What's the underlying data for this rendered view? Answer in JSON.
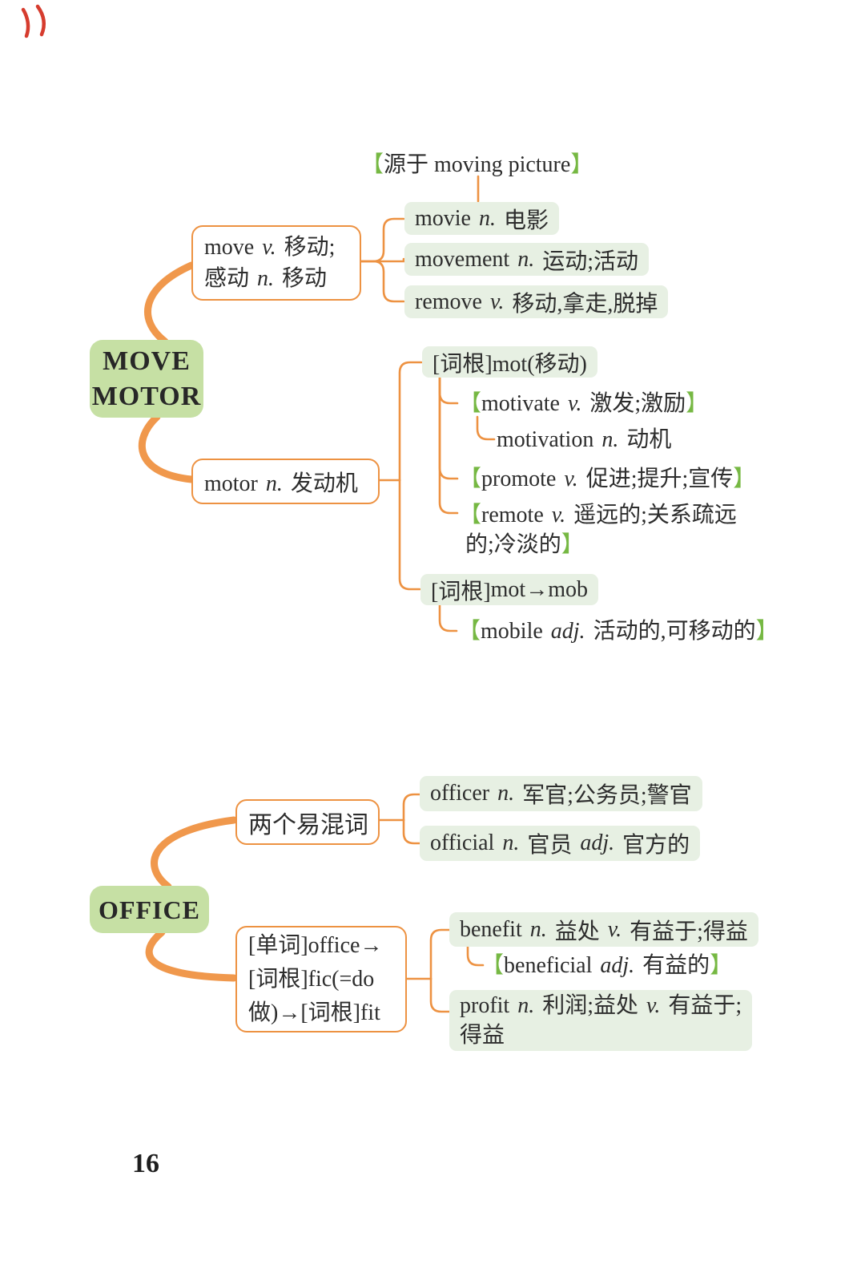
{
  "symbols": {
    "lb": "【",
    "rb": "】"
  },
  "page_number": "16",
  "colors": {
    "connector_orange": "#ed9242",
    "branch_orange": "#f0984c",
    "node_green_bg": "#c6e0a4",
    "chip_green_bg": "#e7f0e3",
    "bracket_green": "#76b843",
    "text": "#2d2d2d",
    "red_pen": "#d63c2e"
  },
  "move_section": {
    "root": {
      "line1": "MOVE",
      "line2": "MOTOR"
    },
    "origin_note": {
      "text": "源于 moving picture"
    },
    "move_box": {
      "en": "move",
      "pos": "v.",
      "zh": "移动;",
      "line2_zh1": "感动",
      "line2_pos": "n.",
      "line2_zh2": "移动"
    },
    "movie": {
      "en": "movie",
      "pos": "n.",
      "zh": "电影"
    },
    "movement": {
      "en": "movement",
      "pos": "n.",
      "zh": "运动;活动"
    },
    "remove": {
      "en": "remove",
      "pos": "v.",
      "zh": "移动,拿走,脱掉"
    },
    "motor_box": {
      "en": "motor",
      "pos": "n.",
      "zh": "发动机"
    },
    "root_mot": {
      "tag": "[词根]",
      "body": "mot(移动)"
    },
    "motivate": {
      "en": "motivate",
      "pos": "v.",
      "zh": "激发;激励"
    },
    "motivation": {
      "en": "motivation",
      "pos": "n.",
      "zh": "动机"
    },
    "promote": {
      "en": "promote",
      "pos": "v.",
      "zh": "促进;提升;宣传"
    },
    "remote": {
      "en": "remote",
      "pos": "v.",
      "zh_line1": "遥远的;关系疏远",
      "zh_line2": "的;冷淡的"
    },
    "root_mob": {
      "tag": "[词根]",
      "body": "mot→mob"
    },
    "mobile": {
      "en": "mobile",
      "pos": "adj.",
      "zh": "活动的,可移动的"
    }
  },
  "office_section": {
    "root": {
      "line1": "OFFICE"
    },
    "confusable_box": {
      "text": "两个易混词"
    },
    "officer": {
      "en": "officer",
      "pos": "n.",
      "zh": "军官;公务员;警官"
    },
    "official": {
      "en": "official",
      "pos1": "n.",
      "zh1": "官员",
      "pos2": "adj.",
      "zh2": "官方的"
    },
    "word_box": {
      "line1": "[单词]office→",
      "line2": "[词根]fic(=do",
      "line3": "做)→[词根]fit"
    },
    "benefit": {
      "en": "benefit",
      "pos1": "n.",
      "zh1": "益处",
      "pos2": "v.",
      "zh2": "有益于;得益"
    },
    "beneficial": {
      "en": "beneficial",
      "pos": "adj.",
      "zh": "有益的"
    },
    "profit": {
      "en": "profit",
      "pos1": "n.",
      "zh1": "利润;益处",
      "pos2": "v.",
      "zh2": "有益于;",
      "line2": "得益"
    }
  }
}
